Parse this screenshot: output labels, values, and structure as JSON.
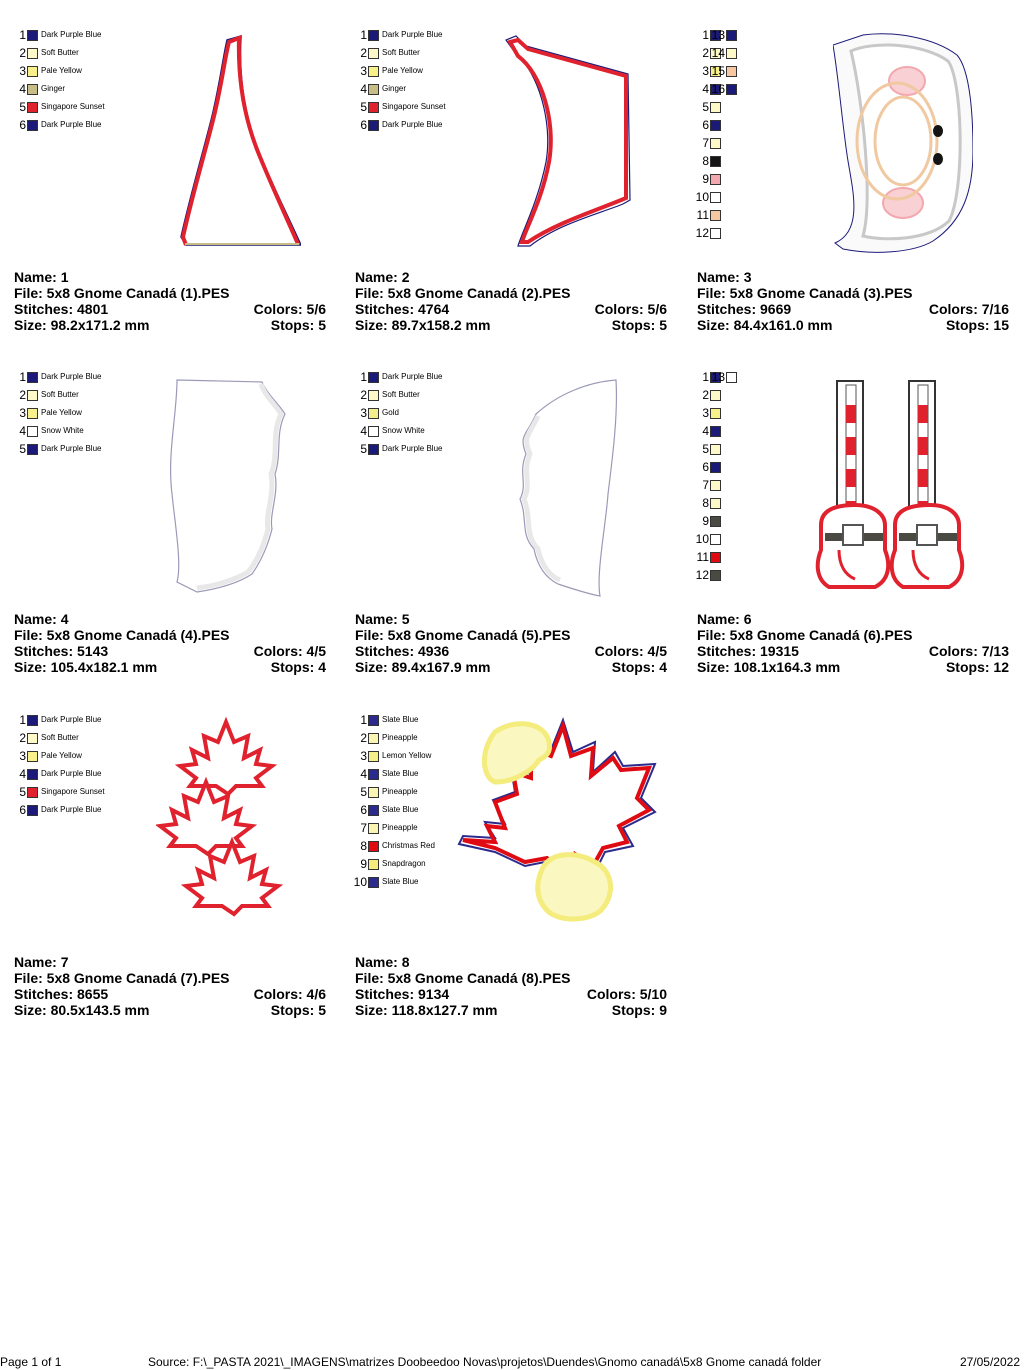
{
  "colors_map": {
    "Dark Purple Blue": "#1c1a78",
    "Soft Butter": "#fdf9c8",
    "Pale Yellow": "#f8f08a",
    "Ginger": "#c7bd86",
    "Singapore Sunset": "#e0222e",
    "Snow White": "#ffffff",
    "Gold": "#f5ee8c",
    "Slate Blue": "#2c2a8c",
    "Pineapple": "#faf5b2",
    "Lemon Yellow": "#f6f08a",
    "Christmas Red": "#e00a12",
    "Snapdragon": "#f4ec7c"
  },
  "designs": [
    {
      "name": "1",
      "file": "5x8 Gnome Canadá (1).PES",
      "stitches": "4801",
      "colors": "5/6",
      "size": "98.2x171.2 mm",
      "stops": "5",
      "threads": [
        {
          "num": "1",
          "color": "#1c1a78",
          "name": "Dark Purple Blue"
        },
        {
          "num": "2",
          "color": "#fdf9c8",
          "name": "Soft Butter"
        },
        {
          "num": "3",
          "color": "#f8f08a",
          "name": "Pale Yellow"
        },
        {
          "num": "4",
          "color": "#c7bd86",
          "name": "Ginger"
        },
        {
          "num": "5",
          "color": "#e0222e",
          "name": "Singapore Sunset"
        },
        {
          "num": "6",
          "color": "#1c1a78",
          "name": "Dark Purple Blue"
        }
      ]
    },
    {
      "name": "2",
      "file": "5x8 Gnome Canadá (2).PES",
      "stitches": "4764",
      "colors": "5/6",
      "size": "89.7x158.2 mm",
      "stops": "5",
      "threads": [
        {
          "num": "1",
          "color": "#1c1a78",
          "name": "Dark Purple Blue"
        },
        {
          "num": "2",
          "color": "#fdf9c8",
          "name": "Soft Butter"
        },
        {
          "num": "3",
          "color": "#f8f08a",
          "name": "Pale Yellow"
        },
        {
          "num": "4",
          "color": "#c7bd86",
          "name": "Ginger"
        },
        {
          "num": "5",
          "color": "#e0222e",
          "name": "Singapore Sunset"
        },
        {
          "num": "6",
          "color": "#1c1a78",
          "name": "Dark Purple Blue"
        }
      ]
    },
    {
      "name": "3",
      "file": "5x8 Gnome Canadá (3).PES",
      "stitches": "9669",
      "colors": "7/16",
      "size": "84.4x161.0 mm",
      "stops": "15",
      "threads": [
        {
          "num": "1",
          "color": "#1c1a78"
        },
        {
          "num": "2",
          "color": "#fdf9c8"
        },
        {
          "num": "3",
          "color": "#f8f08a"
        },
        {
          "num": "4",
          "color": "#1c1a78"
        },
        {
          "num": "5",
          "color": "#fdf9c8"
        },
        {
          "num": "6",
          "color": "#1c1a78"
        },
        {
          "num": "7",
          "color": "#fdf9c8"
        },
        {
          "num": "8",
          "color": "#141414"
        },
        {
          "num": "9",
          "color": "#f2a8ae"
        },
        {
          "num": "10",
          "color": "#ffffff"
        },
        {
          "num": "11",
          "color": "#f7c7a2"
        },
        {
          "num": "12",
          "color": "#ffffff"
        }
      ],
      "threads2": [
        {
          "num": "13",
          "color": "#1c1a78"
        },
        {
          "num": "14",
          "color": "#fdf9c8"
        },
        {
          "num": "15",
          "color": "#f7c7a2"
        },
        {
          "num": "16",
          "color": "#1c1a78"
        }
      ]
    },
    {
      "name": "4",
      "file": "5x8 Gnome Canadá (4).PES",
      "stitches": "5143",
      "colors": "4/5",
      "size": "105.4x182.1 mm",
      "stops": "4",
      "threads": [
        {
          "num": "1",
          "color": "#1c1a78",
          "name": "Dark Purple Blue"
        },
        {
          "num": "2",
          "color": "#fdf9c8",
          "name": "Soft Butter"
        },
        {
          "num": "3",
          "color": "#f8f08a",
          "name": "Pale Yellow"
        },
        {
          "num": "4",
          "color": "#ffffff",
          "name": "Snow White"
        },
        {
          "num": "5",
          "color": "#1c1a78",
          "name": "Dark Purple Blue"
        }
      ]
    },
    {
      "name": "5",
      "file": "5x8 Gnome Canadá (5).PES",
      "stitches": "4936",
      "colors": "4/5",
      "size": "89.4x167.9 mm",
      "stops": "4",
      "threads": [
        {
          "num": "1",
          "color": "#1c1a78",
          "name": "Dark Purple Blue"
        },
        {
          "num": "2",
          "color": "#fdf9c8",
          "name": "Soft Butter"
        },
        {
          "num": "3",
          "color": "#f5ee8c",
          "name": "Gold"
        },
        {
          "num": "4",
          "color": "#ffffff",
          "name": "Snow White"
        },
        {
          "num": "5",
          "color": "#1c1a78",
          "name": "Dark Purple Blue"
        }
      ]
    },
    {
      "name": "6",
      "file": "5x8 Gnome Canadá (6).PES",
      "stitches": "19315",
      "colors": "7/13",
      "size": "108.1x164.3 mm",
      "stops": "12",
      "threads": [
        {
          "num": "1",
          "color": "#1c1a78"
        },
        {
          "num": "2",
          "color": "#fdf9c8"
        },
        {
          "num": "3",
          "color": "#f8f08a"
        },
        {
          "num": "4",
          "color": "#1c1a78"
        },
        {
          "num": "5",
          "color": "#fdf9c8"
        },
        {
          "num": "6",
          "color": "#1c1a78"
        },
        {
          "num": "7",
          "color": "#fdf9c8"
        },
        {
          "num": "8",
          "color": "#fdf9c8"
        },
        {
          "num": "9",
          "color": "#4a4a42"
        },
        {
          "num": "10",
          "color": "#ffffff"
        },
        {
          "num": "11",
          "color": "#e00a12"
        },
        {
          "num": "12",
          "color": "#4a4a42"
        }
      ],
      "threads2": [
        {
          "num": "13",
          "color": "#ffffff"
        }
      ]
    },
    {
      "name": "7",
      "file": "5x8 Gnome Canadá (7).PES",
      "stitches": "8655",
      "colors": "4/6",
      "size": "80.5x143.5 mm",
      "stops": "5",
      "threads": [
        {
          "num": "1",
          "color": "#1c1a78",
          "name": "Dark Purple Blue"
        },
        {
          "num": "2",
          "color": "#fdf9c8",
          "name": "Soft Butter"
        },
        {
          "num": "3",
          "color": "#f8f08a",
          "name": "Pale Yellow"
        },
        {
          "num": "4",
          "color": "#1c1a78",
          "name": "Dark Purple Blue"
        },
        {
          "num": "5",
          "color": "#e0222e",
          "name": "Singapore Sunset"
        },
        {
          "num": "6",
          "color": "#1c1a78",
          "name": "Dark Purple Blue"
        }
      ]
    },
    {
      "name": "8",
      "file": "5x8 Gnome Canadá (8).PES",
      "stitches": "9134",
      "colors": "5/10",
      "size": "118.8x127.7 mm",
      "stops": "9",
      "threads": [
        {
          "num": "1",
          "color": "#2c2a8c",
          "name": "Slate Blue"
        },
        {
          "num": "2",
          "color": "#faf5b2",
          "name": "Pineapple"
        },
        {
          "num": "3",
          "color": "#f6f08a",
          "name": "Lemon Yellow"
        },
        {
          "num": "4",
          "color": "#2c2a8c",
          "name": "Slate Blue"
        },
        {
          "num": "5",
          "color": "#faf5b2",
          "name": "Pineapple"
        },
        {
          "num": "6",
          "color": "#2c2a8c",
          "name": "Slate Blue"
        },
        {
          "num": "7",
          "color": "#faf5b2",
          "name": "Pineapple"
        },
        {
          "num": "8",
          "color": "#e00a12",
          "name": "Christmas Red"
        },
        {
          "num": "9",
          "color": "#f4ec7c",
          "name": "Snapdragon"
        },
        {
          "num": "10",
          "color": "#2c2a8c",
          "name": "Slate Blue"
        }
      ]
    }
  ],
  "labels": {
    "name": "Name:",
    "file": "File:",
    "stitches": "Stitches:",
    "colors": "Colors:",
    "size": "Size:",
    "stops": "Stops:"
  },
  "footer": {
    "page": "Page 1 of 1",
    "source": "Source: F:\\_PASTA 2021\\_IMAGENS\\matrizes Doobeedoo Novas\\projetos\\Duendes\\Gnomo canadá\\5x8 Gnome canadá folder",
    "date": "27/05/2022"
  }
}
